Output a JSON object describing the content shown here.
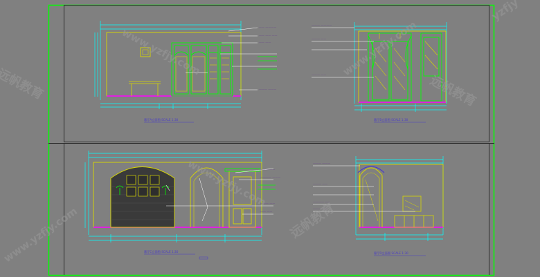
{
  "colors": {
    "background": "#808080",
    "sheet_border": "#00ff00",
    "frame_line": "#2a2a2a",
    "dimension": "#00ffff",
    "outline": "#d8d800",
    "trim": "#00ff00",
    "leader": "#ffffff",
    "floor": "#ff00ff",
    "brick": "#3a3a3a",
    "label_text": "#6a4a8a",
    "title_text": "#4a3cc8"
  },
  "drawings": [
    {
      "id": "upper-left",
      "title": "客厅A立面图 SCALE 1:30"
    },
    {
      "id": "upper-right",
      "title": "客厅B立面图 SCALE 1:30"
    },
    {
      "id": "lower-left",
      "title": "客厅C立面图 SCALE 1:30"
    },
    {
      "id": "lower-right",
      "title": "客厅D立面图 SCALE 1:30"
    }
  ],
  "watermarks": {
    "url": "www.yzfjy.com",
    "brand": "远帆教育",
    "corner": "yzfjy"
  }
}
